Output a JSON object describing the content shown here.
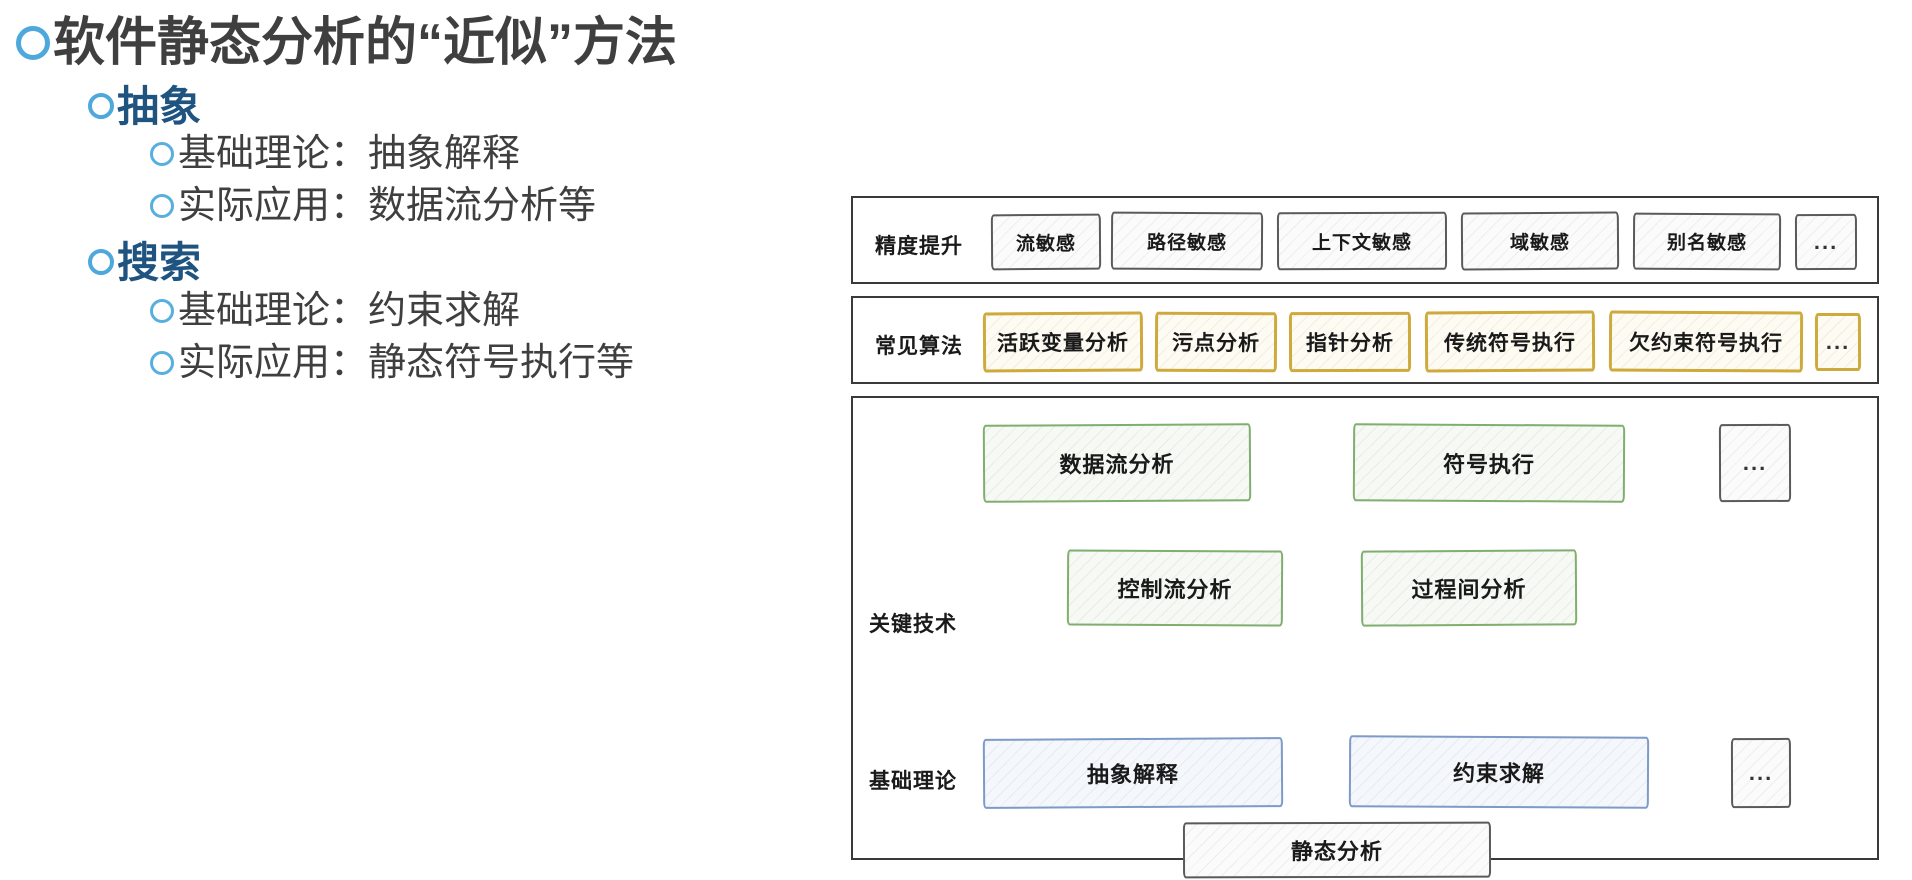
{
  "slide": {
    "title": "软件静态分析的“近似”方法",
    "sections": [
      {
        "heading": "抽象",
        "items": [
          "基础理论：抽象解释",
          "实际应用：数据流分析等"
        ]
      },
      {
        "heading": "搜索",
        "items": [
          "基础理论：约束求解",
          "实际应用：静态符号执行等"
        ]
      }
    ]
  },
  "diagram": {
    "rows": [
      {
        "label": "精度提升",
        "style": "gray",
        "boxes": [
          "流敏感",
          "路径敏感",
          "上下文敏感",
          "域敏感",
          "别名敏感",
          "..."
        ]
      },
      {
        "label": "常见算法",
        "style": "gold",
        "boxes": [
          "活跃变量分析",
          "污点分析",
          "指针分析",
          "传统符号执行",
          "欠约束符号执行",
          "..."
        ]
      },
      {
        "label": "关键技术",
        "style": "green",
        "boxes_top": [
          "数据流分析",
          "符号执行",
          "..."
        ],
        "boxes_bottom": [
          "控制流分析",
          "过程间分析"
        ]
      },
      {
        "label": "基础理论",
        "style": "blue",
        "boxes": [
          "抽象解释",
          "约束求解",
          "..."
        ]
      }
    ],
    "foundation_box": "静态分析"
  },
  "colors": {
    "bullet": "#4EA8DC",
    "title_text": "#3F3F3F",
    "heading_text": "#1F5481",
    "gray_border": "#5A5A5A",
    "gold_border": "#CEA93C",
    "green_border": "#7FAE6E",
    "blue_border": "#7E9AC6",
    "panel_border": "#3A3A3A"
  }
}
